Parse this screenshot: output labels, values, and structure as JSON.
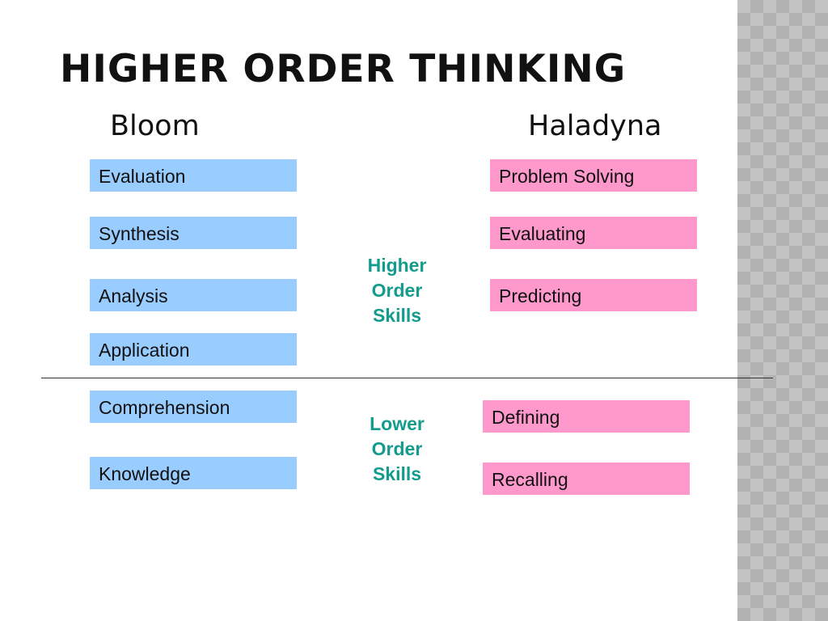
{
  "title": "HIGHER ORDER THINKING",
  "columns": {
    "left": "Bloom",
    "right": "Haladyna"
  },
  "bloom": [
    "Evaluation",
    "Synthesis",
    "Analysis",
    "Application",
    "Comprehension",
    "Knowledge"
  ],
  "haladyna": [
    "Problem Solving",
    "Evaluating",
    "Predicting",
    "Defining",
    "Recalling"
  ],
  "higher_skills": [
    "Higher",
    "Order",
    "Skills"
  ],
  "lower_skills": [
    "Lower",
    "Order",
    "Skills"
  ],
  "colors": {
    "bloom_box": "#99ccff",
    "haladyna_box": "#ff99cc",
    "skills_text": "#139c8e"
  }
}
